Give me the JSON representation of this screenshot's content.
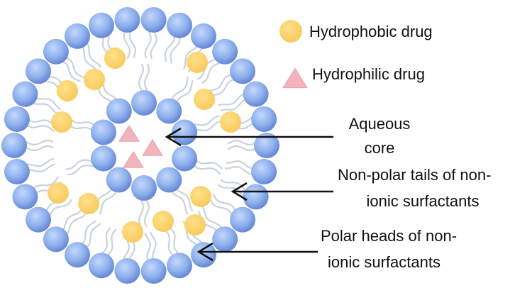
{
  "legend": {
    "hydrophobic": "Hydrophobic drug",
    "hydrophilic": "Hydrophilic drug"
  },
  "labels": {
    "aqueous_line1": "Aqueous",
    "aqueous_line2": "core",
    "tails_line1": "Non-polar tails of non-",
    "tails_line2": "ionic surfactants",
    "heads_line1": "Polar heads of non-",
    "heads_line2": "ionic surfactants"
  },
  "colors": {
    "head": "#8fb1ee",
    "head_dark": "#5f7fcf",
    "hydrophobic_drug": "#fcd266",
    "hydrophilic_drug": "#f2b3bd",
    "tail": "#c9d2dc",
    "arrow": "#111111"
  }
}
